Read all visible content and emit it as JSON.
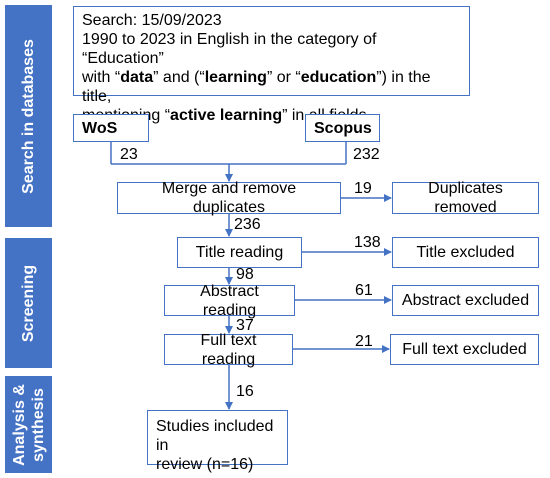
{
  "sidebar": {
    "search": "Search in databases",
    "screening": "Screening",
    "analysis_line1": "Analysis &",
    "analysis_line2": "synthesis"
  },
  "search_box": {
    "line1": "Search: 15/09/2023",
    "line2": "1990 to 2023 in English in the category of “Education”",
    "line3_prefix": "with “",
    "line3_b1": "data",
    "line3_mid1": "” and (“",
    "line3_b2": "learning",
    "line3_mid2": "” or “",
    "line3_b3": "education",
    "line3_suffix": "”) in the title,",
    "line4_prefix": "mentioning “",
    "line4_b": "active learning",
    "line4_suffix": "” in all fields."
  },
  "nodes": {
    "wos": "WoS",
    "scopus": "Scopus",
    "merge": "Merge and remove duplicates",
    "duplicates": "Duplicates removed",
    "title_reading": "Title reading",
    "title_excluded": "Title excluded",
    "abstract_reading": "Abstract reading",
    "abstract_excluded": "Abstract excluded",
    "fulltext_reading": "Full text reading",
    "fulltext_excluded": "Full text excluded",
    "studies_line1": "Studies included in",
    "studies_line2": "review (n=16)"
  },
  "counts": {
    "wos": "23",
    "scopus": "232",
    "duplicates": "19",
    "after_merge": "236",
    "title_excluded": "138",
    "after_title": "98",
    "abstract_excluded": "61",
    "after_abstract": "37",
    "fulltext_excluded": "21",
    "included": "16"
  },
  "colors": {
    "accent": "#4472c4",
    "text": "#000000",
    "background": "#ffffff"
  }
}
